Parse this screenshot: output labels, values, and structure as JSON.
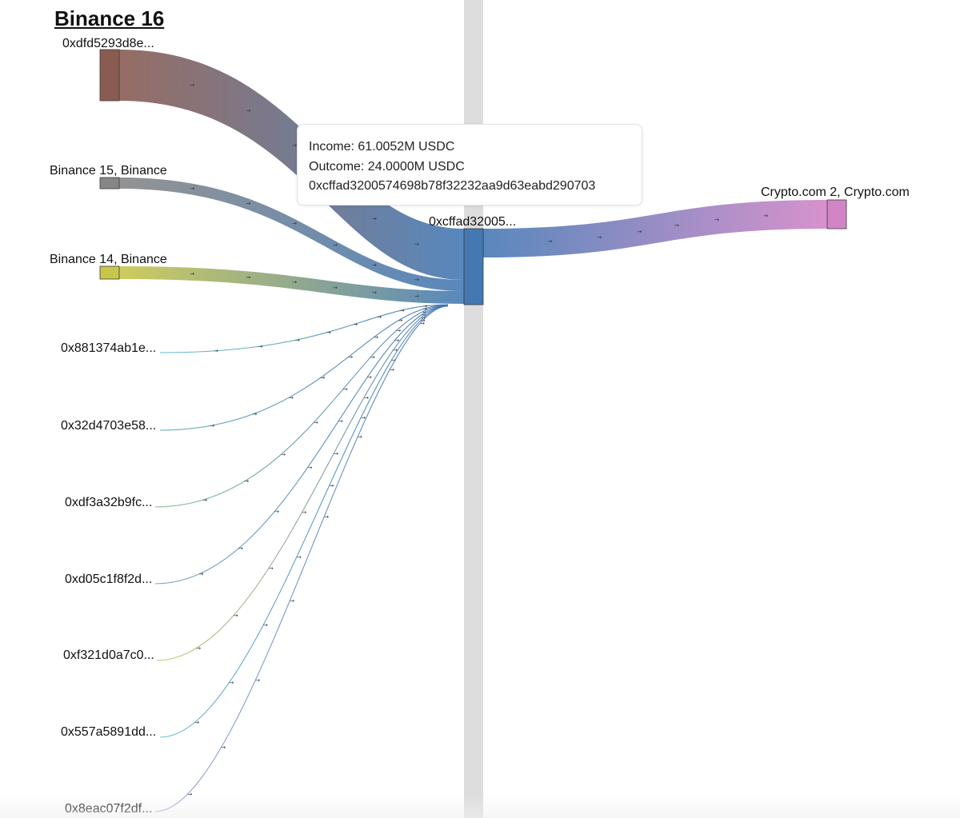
{
  "title": "Binance 16",
  "colors": {
    "divider": "#dddddd",
    "hub": "#3b73b1",
    "arrow": "#333333"
  },
  "hub": {
    "label": "0xcffad32005...",
    "color": "#3b73b1"
  },
  "sources": [
    {
      "id": "src-0xdfd5",
      "label": "0xdfd5293d8e...",
      "color": "#835348",
      "value": 28
    },
    {
      "id": "src-binance15",
      "label": "Binance 15, Binance",
      "color": "#808080",
      "value": 6
    },
    {
      "id": "src-binance14",
      "label": "Binance 14, Binance",
      "color": "#c5c342",
      "value": 6
    },
    {
      "id": "src-0x8813",
      "label": "0x881374ab1e...",
      "color": "#58b3c0",
      "value": 0.3
    },
    {
      "id": "src-0x32d4",
      "label": "0x32d4703e58...",
      "color": "#5ca3b8",
      "value": 0.3
    },
    {
      "id": "src-0xdf3a",
      "label": "0xdf3a32b9fc...",
      "color": "#7ab88a",
      "value": 0.3
    },
    {
      "id": "src-0xd05c",
      "label": "0xd05c1f8f2d...",
      "color": "#6b9fc4",
      "value": 0.3
    },
    {
      "id": "src-0xf321",
      "label": "0xf321d0a7c0...",
      "color": "#c7c36a",
      "value": 0.3
    },
    {
      "id": "src-0x557a",
      "label": "0x557a5891dd...",
      "color": "#5fb7c9",
      "value": 0.3
    },
    {
      "id": "src-0x8eac",
      "label": "0x8eac07f2df...",
      "color": "#8fa0c8",
      "value": 0.3
    }
  ],
  "targets": [
    {
      "id": "tgt-cryptocom2",
      "label": "Crypto.com 2, Crypto.com",
      "color": "#d07fc4",
      "value": 24
    }
  ],
  "tooltip": {
    "income": "Income: 61.0052M USDC",
    "outcome": "Outcome: 24.0000M USDC",
    "address": "0xcffad3200574698b78f32232aa9d63eabd290703"
  }
}
